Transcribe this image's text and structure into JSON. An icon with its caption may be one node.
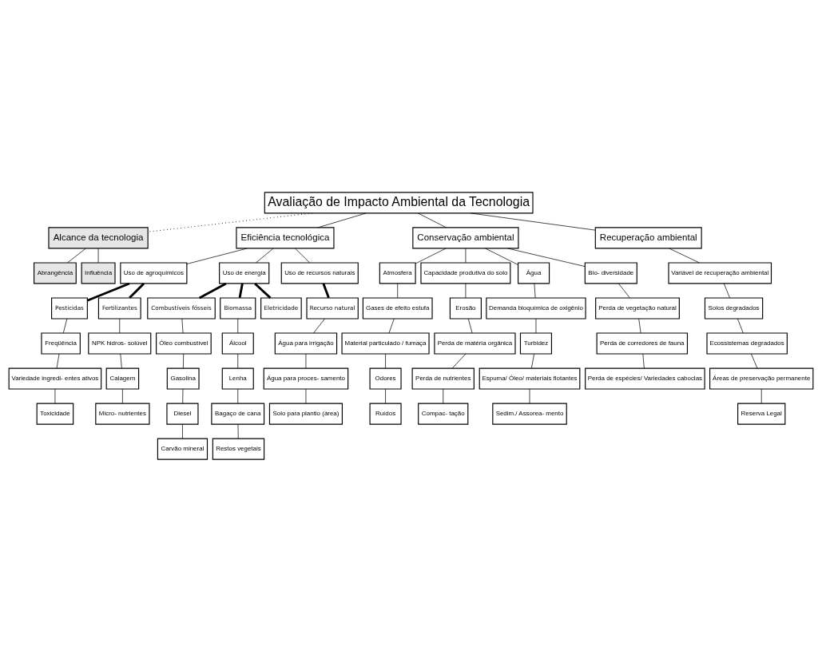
{
  "diagram": {
    "nodes": [
      {
        "text": [
          "Avaliação de Impacto Ambiental da Tecnologia"
        ]
      },
      {
        "text": [
          "Alcance da tecnologia"
        ]
      },
      {
        "text": [
          "Abrangência"
        ]
      },
      {
        "text": [
          "Influência"
        ]
      },
      {
        "text": [
          "Eficiência tecnológica"
        ]
      },
      {
        "text": [
          "Conservação ambiental"
        ]
      },
      {
        "text": [
          "Recuperação ambiental"
        ]
      },
      {
        "text": [
          "Uso de agroquímicos"
        ]
      },
      {
        "text": [
          "Uso de energia"
        ]
      },
      {
        "text": [
          "Uso de recursos naturais"
        ]
      },
      {
        "text": [
          "Atmosfera"
        ]
      },
      {
        "text": [
          "Capacidade produtiva do solo"
        ]
      },
      {
        "text": [
          "Água"
        ]
      },
      {
        "text": [
          "Bio- diversidade"
        ]
      },
      {
        "text": [
          "Variável de recuperação ambiental"
        ]
      },
      {
        "text": [
          "Pesticidas"
        ]
      },
      {
        "text": [
          "Fertilizantes"
        ]
      },
      {
        "text": [
          "Combustíveis fósseis"
        ]
      },
      {
        "text": [
          "Biomassa"
        ]
      },
      {
        "text": [
          "Eletricidade"
        ]
      },
      {
        "text": [
          "Recurso natural"
        ]
      },
      {
        "text": [
          "Freqüência"
        ]
      },
      {
        "text": [
          "Variedade ingredi- entes ativos"
        ]
      },
      {
        "text": [
          "Toxicidade"
        ]
      },
      {
        "text": [
          "NPK hidros- solúvel"
        ]
      },
      {
        "text": [
          "Calagem"
        ]
      },
      {
        "text": [
          "Micro- nutrientes"
        ]
      },
      {
        "text": [
          "Óleo combustível"
        ]
      },
      {
        "text": [
          "Gasolina"
        ]
      },
      {
        "text": [
          "Diesel"
        ]
      },
      {
        "text": [
          "Carvão mineral"
        ]
      },
      {
        "text": [
          "Álcool"
        ]
      },
      {
        "text": [
          "Lenha"
        ]
      },
      {
        "text": [
          "Bagaço de cana"
        ]
      },
      {
        "text": [
          "Restos vegetais"
        ]
      },
      {
        "text": [
          "Água para irrigação"
        ]
      },
      {
        "text": [
          "Água para proces- samento"
        ]
      },
      {
        "text": [
          "Solo para plantio (área)"
        ]
      },
      {
        "text": [
          "Gases de efeito estufa"
        ]
      },
      {
        "text": [
          "Material particulado / fumaça"
        ]
      },
      {
        "text": [
          "Odores"
        ]
      },
      {
        "text": [
          "Ruídos"
        ]
      },
      {
        "text": [
          "Erosão"
        ]
      },
      {
        "text": [
          "Perda de matéria orgânica"
        ]
      },
      {
        "text": [
          "Perda de nutrientes"
        ]
      },
      {
        "text": [
          "Compac- tação"
        ]
      },
      {
        "text": [
          "Demanda bioquímica de oxigênio"
        ]
      },
      {
        "text": [
          "Turbidez"
        ]
      },
      {
        "text": [
          "Espuma/ Óleo/ materiais flotantes"
        ]
      },
      {
        "text": [
          "Sedim./ Assorea- mento"
        ]
      },
      {
        "text": [
          "Perda de vegetação natural"
        ]
      },
      {
        "text": [
          "Perda de corredores de fauna"
        ]
      },
      {
        "text": [
          "Perda de espécies/ Variedades caboclas"
        ]
      },
      {
        "text": [
          "Solos degradados"
        ]
      },
      {
        "text": [
          "Ecossistemas degradados"
        ]
      },
      {
        "text": [
          "Áreas de preservação permanente"
        ]
      },
      {
        "text": [
          "Reserva Legal"
        ]
      }
    ],
    "edges": [
      {
        "from": 0,
        "to": 1,
        "arrow": "none",
        "style": "dashed"
      },
      {
        "from": 0,
        "to": 4,
        "arrow": "none"
      },
      {
        "from": 0,
        "to": 5,
        "arrow": "none"
      },
      {
        "from": 0,
        "to": 6,
        "arrow": "none"
      },
      {
        "from": 1,
        "to": 2,
        "arrow": "none"
      },
      {
        "from": 1,
        "to": 3,
        "arrow": "none"
      },
      {
        "from": 4,
        "to": 7,
        "arrow": "none"
      },
      {
        "from": 4,
        "to": 8,
        "arrow": "none"
      },
      {
        "from": 4,
        "to": 9,
        "arrow": "none"
      },
      {
        "from": 5,
        "to": 10,
        "arrow": "none"
      },
      {
        "from": 5,
        "to": 11,
        "arrow": "none"
      },
      {
        "from": 5,
        "to": 12,
        "arrow": "none"
      },
      {
        "from": 5,
        "to": 13,
        "arrow": "none"
      },
      {
        "from": 6,
        "to": 14,
        "arrow": "none"
      },
      {
        "from": 7,
        "to": 15,
        "arrow": "none",
        "style": "thick"
      },
      {
        "from": 7,
        "to": 16,
        "arrow": "none",
        "style": "thick"
      },
      {
        "from": 8,
        "to": 17,
        "arrow": "none",
        "style": "thick"
      },
      {
        "from": 8,
        "to": 18,
        "arrow": "none",
        "style": "thick"
      },
      {
        "from": 8,
        "to": 19,
        "arrow": "none",
        "style": "thick"
      },
      {
        "from": 9,
        "to": 20,
        "arrow": "none",
        "style": "thick"
      },
      {
        "from": 15,
        "to": 21,
        "arrow": "none"
      },
      {
        "from": 21,
        "to": 22,
        "arrow": "none"
      },
      {
        "from": 22,
        "to": 23,
        "arrow": "none"
      },
      {
        "from": 16,
        "to": 24,
        "arrow": "none"
      },
      {
        "from": 24,
        "to": 25,
        "arrow": "none"
      },
      {
        "from": 25,
        "to": 26,
        "arrow": "none"
      },
      {
        "from": 17,
        "to": 27,
        "arrow": "none"
      },
      {
        "from": 27,
        "to": 28,
        "arrow": "none"
      },
      {
        "from": 28,
        "to": 29,
        "arrow": "none"
      },
      {
        "from": 29,
        "to": 30,
        "arrow": "none"
      },
      {
        "from": 18,
        "to": 31,
        "arrow": "none"
      },
      {
        "from": 31,
        "to": 32,
        "arrow": "none"
      },
      {
        "from": 32,
        "to": 33,
        "arrow": "none"
      },
      {
        "from": 33,
        "to": 34,
        "arrow": "none"
      },
      {
        "from": 20,
        "to": 35,
        "arrow": "none"
      },
      {
        "from": 35,
        "to": 36,
        "arrow": "none"
      },
      {
        "from": 36,
        "to": 37,
        "arrow": "none"
      },
      {
        "from": 10,
        "to": 38,
        "arrow": "none"
      },
      {
        "from": 38,
        "to": 39,
        "arrow": "none"
      },
      {
        "from": 39,
        "to": 40,
        "arrow": "none"
      },
      {
        "from": 40,
        "to": 41,
        "arrow": "none"
      },
      {
        "from": 11,
        "to": 42,
        "arrow": "none"
      },
      {
        "from": 42,
        "to": 43,
        "arrow": "none"
      },
      {
        "from": 43,
        "to": 44,
        "arrow": "none"
      },
      {
        "from": 44,
        "to": 45,
        "arrow": "none"
      },
      {
        "from": 12,
        "to": 46,
        "arrow": "none"
      },
      {
        "from": 46,
        "to": 47,
        "arrow": "none"
      },
      {
        "from": 47,
        "to": 48,
        "arrow": "none"
      },
      {
        "from": 48,
        "to": 49,
        "arrow": "none"
      },
      {
        "from": 13,
        "to": 50,
        "arrow": "none"
      },
      {
        "from": 50,
        "to": 51,
        "arrow": "none"
      },
      {
        "from": 51,
        "to": 52,
        "arrow": "none"
      },
      {
        "from": 14,
        "to": 53,
        "arrow": "none"
      },
      {
        "from": 53,
        "to": 54,
        "arrow": "none"
      },
      {
        "from": 54,
        "to": 55,
        "arrow": "none"
      },
      {
        "from": 55,
        "to": 56,
        "arrow": "none"
      }
    ]
  }
}
